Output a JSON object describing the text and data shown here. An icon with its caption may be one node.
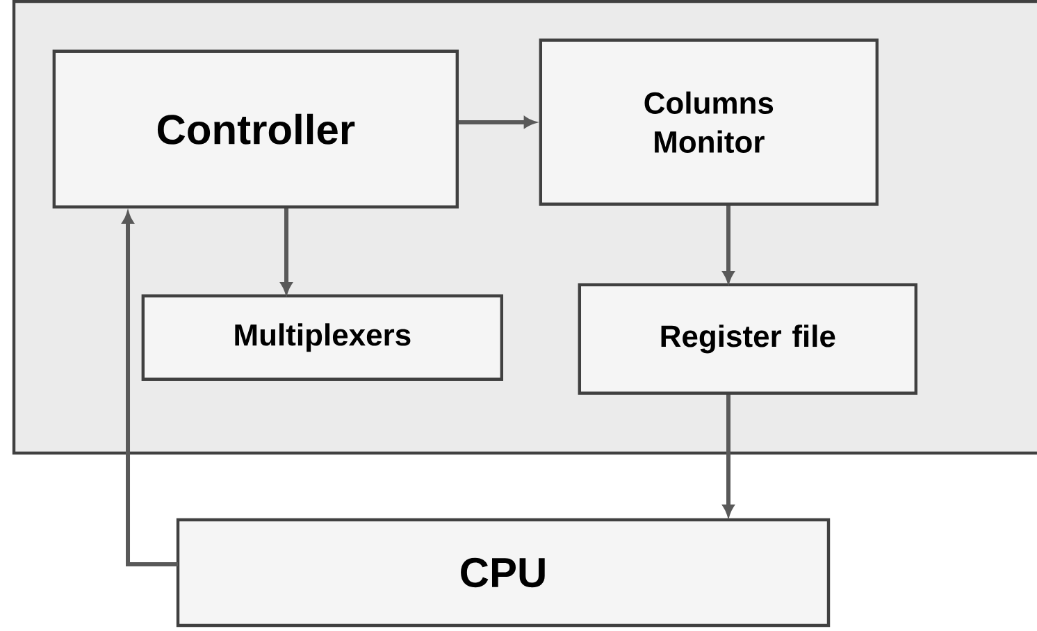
{
  "diagram": {
    "nodes": [
      {
        "text": [],
        "shape": "box"
      },
      {
        "text": [
          "Controller"
        ],
        "in": 0
      },
      {
        "text": [
          "Columns Monitor"
        ],
        "in": 0
      },
      {
        "text": [
          "Multiplexers"
        ],
        "in": 0
      },
      {
        "text": [
          "Register file"
        ],
        "in": 0
      },
      {
        "text": [
          "CPU"
        ]
      }
    ],
    "edges": [
      {
        "from": 1,
        "to": 2,
        "arrow": "to"
      },
      {
        "from": 1,
        "to": 3,
        "arrow": "to"
      },
      {
        "from": 2,
        "to": 4,
        "arrow": "to"
      },
      {
        "from": 4,
        "to": 5,
        "arrow": "to"
      },
      {
        "from": 5,
        "to": 1,
        "arrow": "to"
      }
    ]
  }
}
